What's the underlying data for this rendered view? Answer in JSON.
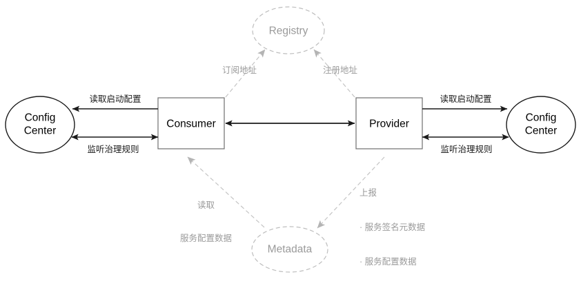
{
  "diagram": {
    "title": "Service Architecture: Consumer / Provider with Registry, Config Center and Metadata",
    "colors": {
      "solid_stroke": "#1a1a1a",
      "dashed_stroke": "#bdbdbd",
      "gray_text": "#9a9a9a",
      "dark_text": "#1a1a1a",
      "background": "#ffffff"
    },
    "nodes": {
      "config_center_left": {
        "label": "Config\nCenter",
        "shape": "ellipse",
        "style": "solid"
      },
      "config_center_right": {
        "label": "Config\nCenter",
        "shape": "ellipse",
        "style": "solid"
      },
      "consumer": {
        "label": "Consumer",
        "shape": "rectangle",
        "style": "solid"
      },
      "provider": {
        "label": "Provider",
        "shape": "rectangle",
        "style": "solid"
      },
      "registry": {
        "label": "Registry",
        "shape": "ellipse",
        "style": "dashed"
      },
      "metadata": {
        "label": "Metadata",
        "shape": "ellipse",
        "style": "dashed"
      }
    },
    "edge_labels": {
      "consumer_read_boot_config": "读取启动配置",
      "consumer_watch_governance": "监听治理规则",
      "provider_read_boot_config": "读取启动配置",
      "provider_watch_governance": "监听治理规则",
      "consumer_subscribe_address": "订阅地址",
      "provider_register_address": "注册地址",
      "consumer_read_metadata_line1": "读取",
      "consumer_read_metadata_line2": "服务配置数据",
      "provider_report_title": "上报",
      "provider_report_item1": "· 服务签名元数据",
      "provider_report_item2": "· 服务配置数据"
    }
  }
}
